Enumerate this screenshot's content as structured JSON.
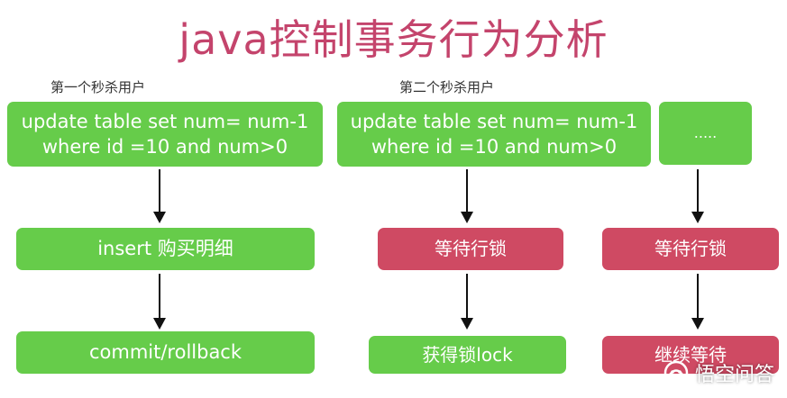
{
  "title": "java控制事务行为分析",
  "labels": {
    "user1": "第一个秒杀用户",
    "user2": "第二个秒杀用户"
  },
  "col1": {
    "update": "update table set num= num-1\nwhere id =10 and num>0",
    "insert": "insert 购买明细",
    "commit": "commit/rollback"
  },
  "col2": {
    "update": "update table set num= num-1\nwhere id =10 and num>0",
    "wait": "等待行锁",
    "acquire": "获得锁lock"
  },
  "col3": {
    "more": ".....",
    "wait": "等待行锁",
    "continue": "继续等待"
  },
  "watermark": "悟空问答",
  "colors": {
    "title": "#c4446c",
    "green": "#66cc4a",
    "red": "#cf4a63"
  }
}
